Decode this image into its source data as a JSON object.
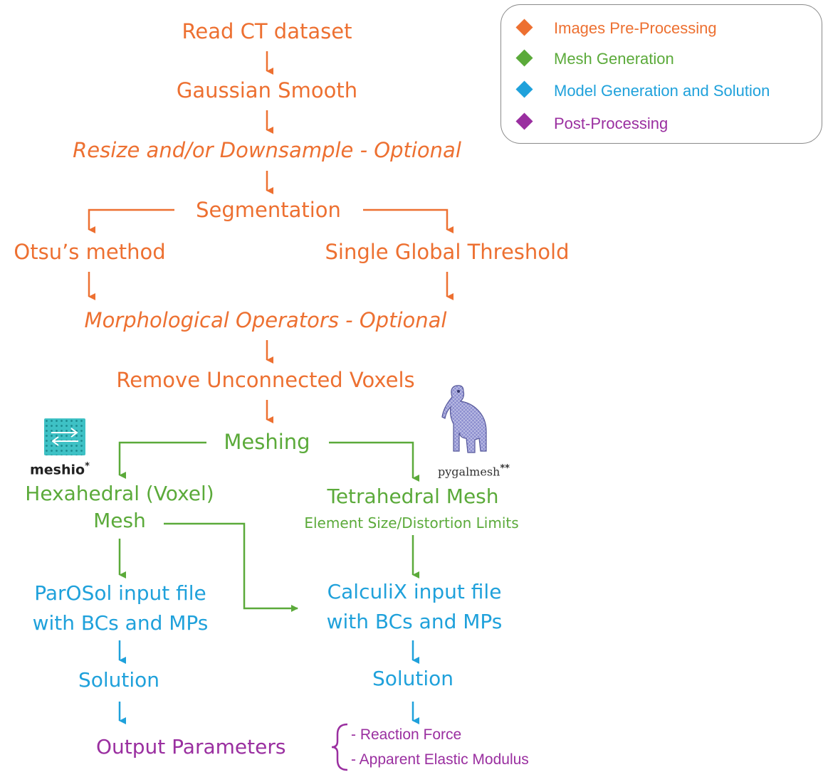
{
  "legend": {
    "items": [
      {
        "label": "Images Pre-Processing",
        "color": "#ED7031"
      },
      {
        "label": "Mesh Generation",
        "color": "#5BAA3A"
      },
      {
        "label": "Model Generation and Solution",
        "color": "#1FA1DB"
      },
      {
        "label": "Post-Processing",
        "color": "#9A2FA0"
      }
    ]
  },
  "nodes": {
    "read_ct": "Read CT dataset",
    "gaussian": "Gaussian Smooth",
    "resize": "Resize and/or Downsample - Optional",
    "segmentation": "Segmentation",
    "otsu": "Otsu’s method",
    "global_threshold": "Single Global Threshold",
    "morph": "Morphological Operators - Optional",
    "remove_voxels": "Remove Unconnected Voxels",
    "meshing": "Meshing",
    "hex_line1": "Hexahedral (Voxel)",
    "hex_line2": "Mesh",
    "tet_line1": "Tetrahedral Mesh",
    "tet_line2": "Element Size/Distortion Limits",
    "parosol_line1": "ParOSol input file",
    "parosol_line2": "with BCs and MPs",
    "calculix_line1": "CalculiX input file",
    "calculix_line2": "with BCs and MPs",
    "solution_left": "Solution",
    "solution_right": "Solution",
    "output": "Output Parameters",
    "output_item1": "- Reaction Force",
    "output_item2": "- Apparent Elastic Modulus"
  },
  "logos": {
    "meshio": "meshio",
    "meshio_mark": "*",
    "pygalmesh": "pygalmesh",
    "pygalmesh_mark": "**"
  },
  "colors": {
    "orange": "#ED7031",
    "green": "#5BAA3A",
    "blue": "#1FA1DB",
    "purple": "#9A2FA0"
  },
  "icons": [
    "meshio-logo-icon",
    "elephant-mesh-icon",
    "diamond-icon"
  ]
}
